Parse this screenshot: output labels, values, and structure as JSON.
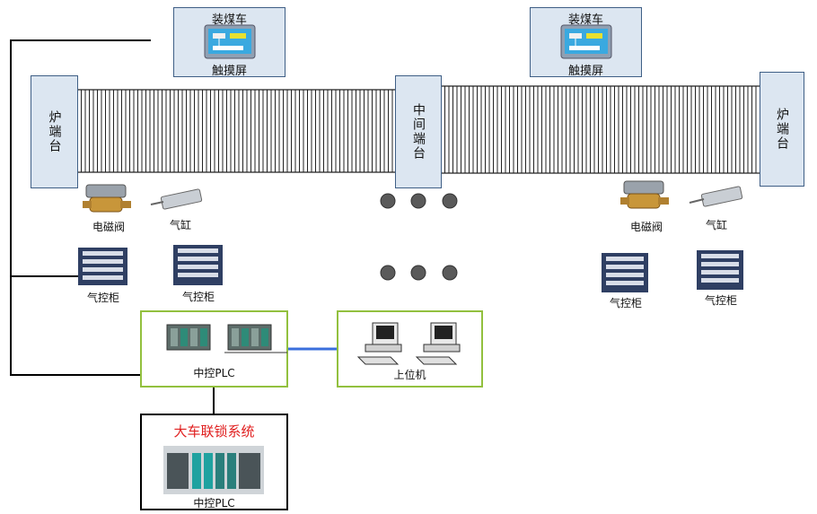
{
  "terminals": {
    "left": "炉端台",
    "middle": "中间端台",
    "right": "炉端台"
  },
  "cars": [
    {
      "title": "装煤车",
      "caption": "触摸屏"
    },
    {
      "title": "装煤车",
      "caption": "触摸屏"
    }
  ],
  "devices_left": {
    "valve": "电磁阀",
    "cylinder": "气缸",
    "cabinet_1": "气控柜",
    "cabinet_2": "气控柜"
  },
  "devices_right": {
    "valve": "电磁阀",
    "cylinder": "气缸",
    "cabinet_1": "气控柜",
    "cabinet_2": "气控柜"
  },
  "plc_box": {
    "label": "中控PLC"
  },
  "host_box": {
    "label": "上位机"
  },
  "interlock_box": {
    "title": "大车联锁系统",
    "label": "中控PLC"
  },
  "colors": {
    "terminal_fill": "#dce6f1",
    "green_border": "#92c03e",
    "link_blue": "#3a6fdc",
    "title_red": "#e02020"
  }
}
